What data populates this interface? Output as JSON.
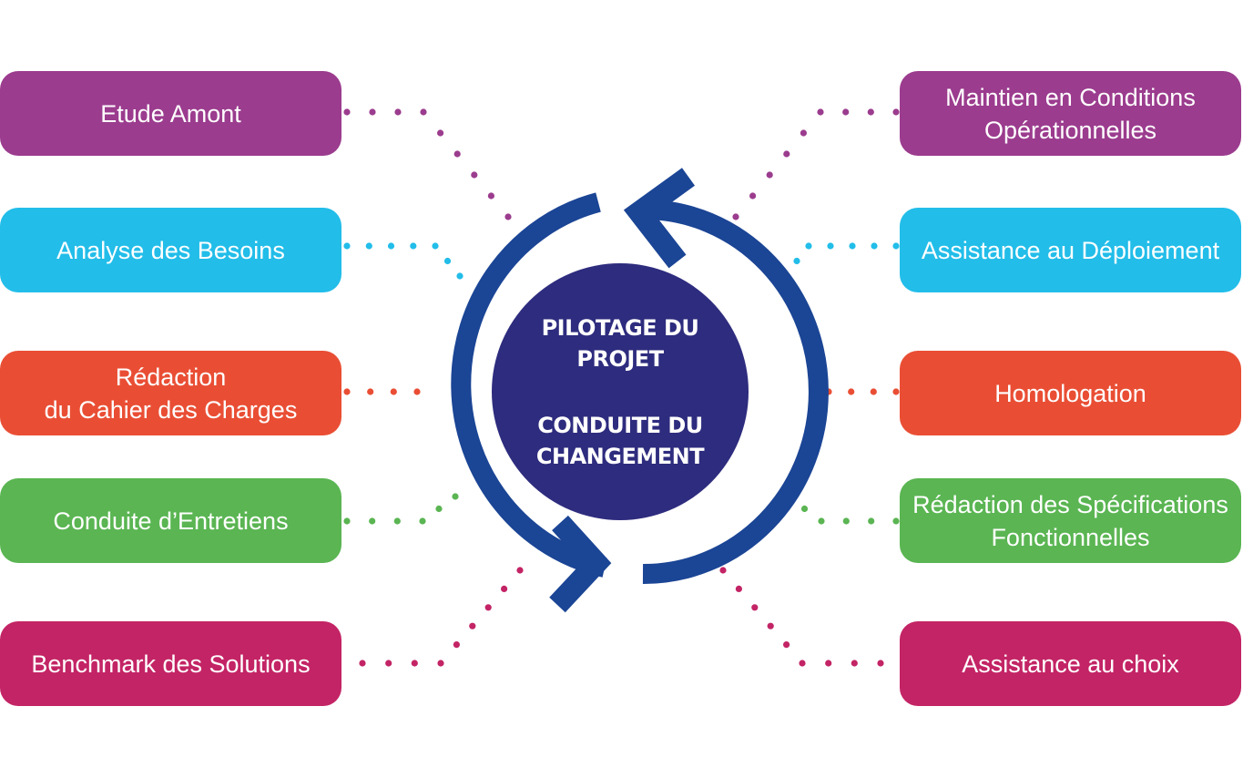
{
  "colors": {
    "purple": "#9b3c8e",
    "cyan": "#22bde9",
    "orange": "#e94e34",
    "green": "#5ab552",
    "magenta": "#c32465",
    "arrow_blue": "#1b4595",
    "center_circle": "#2e2c7e"
  },
  "center": {
    "top_lines": [
      "PILOTAGE DU",
      "PROJET"
    ],
    "bottom_lines": [
      "CONDUITE DU",
      "CHANGEMENT"
    ]
  },
  "left_boxes": [
    {
      "lines": [
        "Etude Amont"
      ],
      "color": "#9b3c8e"
    },
    {
      "lines": [
        "Analyse des Besoins"
      ],
      "color": "#22bde9"
    },
    {
      "lines": [
        "Rédaction",
        "du Cahier des Charges"
      ],
      "color": "#e94e34"
    },
    {
      "lines": [
        "Conduite d’Entretiens"
      ],
      "color": "#5ab552"
    },
    {
      "lines": [
        "Benchmark des Solutions"
      ],
      "color": "#c32465"
    }
  ],
  "right_boxes": [
    {
      "lines": [
        "Maintien en Conditions",
        "Opérationnelles"
      ],
      "color": "#9b3c8e"
    },
    {
      "lines": [
        "Assistance au Déploiement"
      ],
      "color": "#22bde9"
    },
    {
      "lines": [
        "Homologation"
      ],
      "color": "#e94e34"
    },
    {
      "lines": [
        "Rédaction des Spécifications",
        "Fonctionnelles"
      ],
      "color": "#5ab552"
    },
    {
      "lines": [
        "Assistance au choix"
      ],
      "color": "#c32465"
    }
  ]
}
